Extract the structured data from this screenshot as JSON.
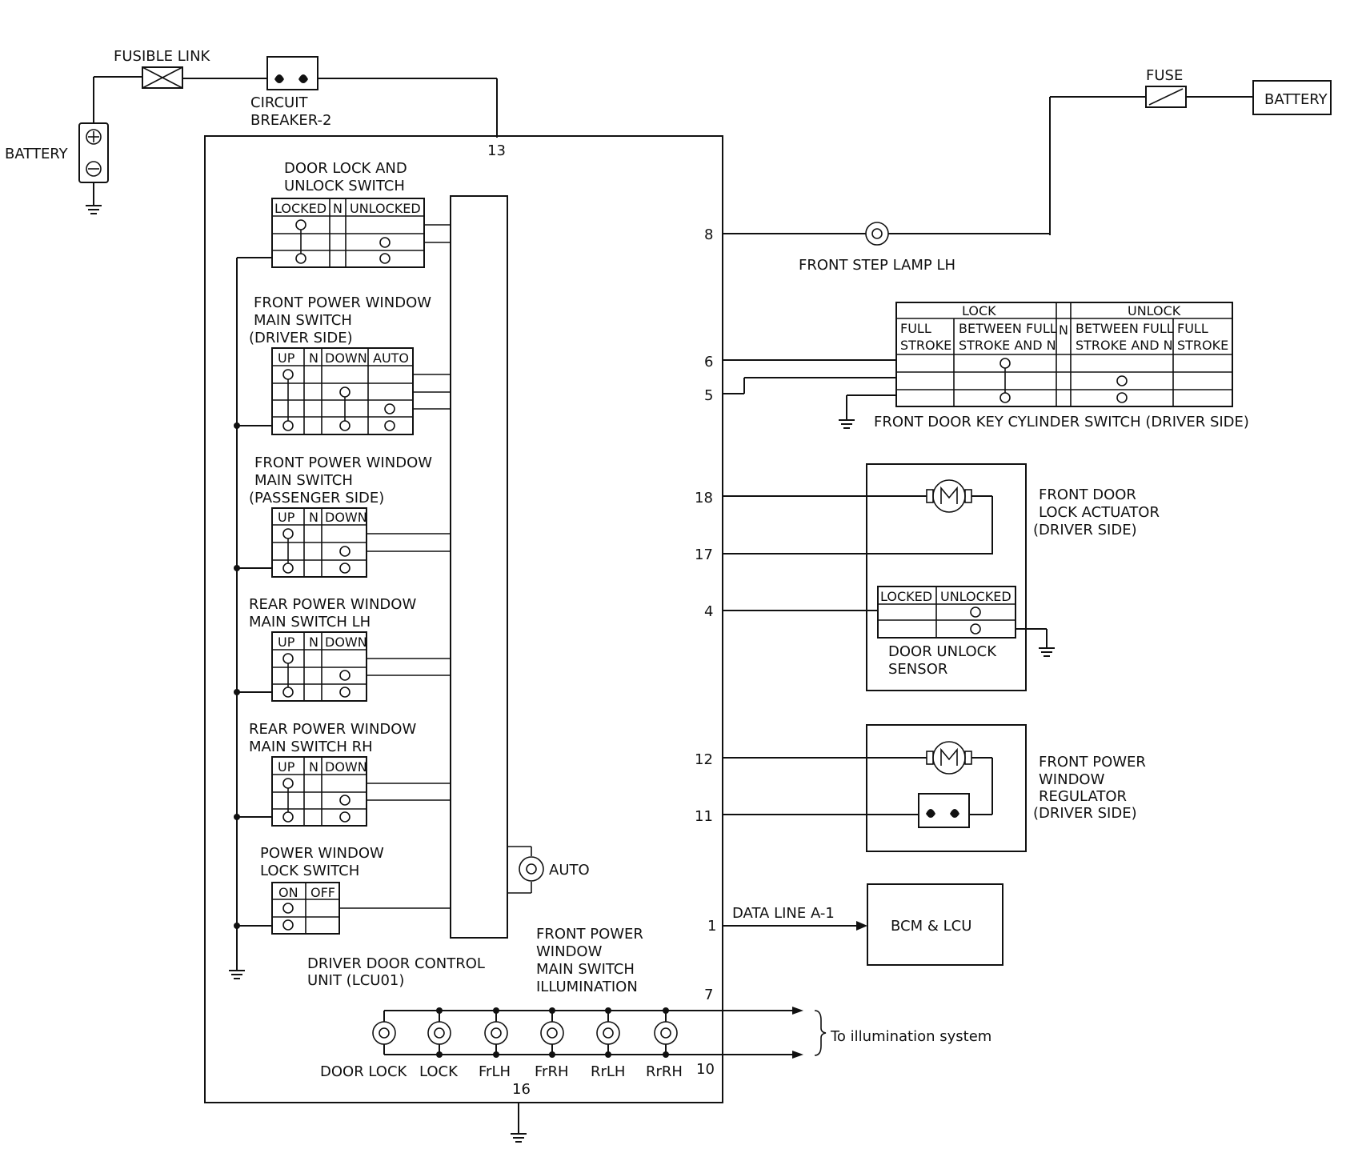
{
  "supply": {
    "battery_left": "BATTERY",
    "fusible_link": "FUSIBLE LINK",
    "circuit_breaker": [
      "CIRCUIT",
      "BREAKER-2"
    ],
    "fuse": "FUSE",
    "battery_right": "BATTERY"
  },
  "unit": {
    "name": [
      "DRIVER DOOR CONTROL",
      "UNIT (LCU01)"
    ],
    "auto": "AUTO"
  },
  "pins": {
    "p13": "13",
    "p8": "8",
    "p6": "6",
    "p5": "5",
    "p18": "18",
    "p17": "17",
    "p4": "4",
    "p12": "12",
    "p11": "11",
    "p1": "1",
    "p7": "7",
    "p10": "10",
    "p16": "16"
  },
  "switches": {
    "door_lock": {
      "title": [
        "DOOR LOCK AND",
        "UNLOCK SWITCH"
      ],
      "cols": [
        "LOCKED",
        "N",
        "UNLOCKED"
      ]
    },
    "fpw_driver": {
      "title": [
        "FRONT POWER WINDOW",
        "MAIN SWITCH",
        "(DRIVER SIDE)"
      ],
      "cols": [
        "UP",
        "N",
        "DOWN",
        "AUTO"
      ]
    },
    "fpw_passenger": {
      "title": [
        "FRONT POWER WINDOW",
        "MAIN SWITCH",
        "(PASSENGER SIDE)"
      ],
      "cols": [
        "UP",
        "N",
        "DOWN"
      ]
    },
    "rpw_lh": {
      "title": [
        "REAR POWER WINDOW",
        "MAIN SWITCH LH"
      ],
      "cols": [
        "UP",
        "N",
        "DOWN"
      ]
    },
    "rpw_rh": {
      "title": [
        "REAR POWER WINDOW",
        "MAIN SWITCH RH"
      ],
      "cols": [
        "UP",
        "N",
        "DOWN"
      ]
    },
    "pw_lock": {
      "title": [
        "POWER WINDOW",
        "LOCK SWITCH"
      ],
      "cols": [
        "ON",
        "OFF"
      ]
    }
  },
  "illumination": {
    "title": [
      "FRONT POWER",
      "WINDOW",
      "MAIN SWITCH",
      "ILLUMINATION"
    ],
    "lamps": [
      "DOOR LOCK",
      "LOCK",
      "FrLH",
      "FrRH",
      "RrLH",
      "RrRH"
    ],
    "to": "To illumination system"
  },
  "right": {
    "step_lamp": "FRONT STEP LAMP LH",
    "key_cyl": {
      "lock": "LOCK",
      "unlock": "UNLOCK",
      "n": "N",
      "full": [
        "FULL",
        "STROKE"
      ],
      "between": [
        "BETWEEN FULL",
        "STROKE AND N"
      ],
      "title": "FRONT DOOR KEY CYLINDER SWITCH (DRIVER SIDE)"
    },
    "actuator": [
      "FRONT DOOR",
      "LOCK ACTUATOR",
      "(DRIVER SIDE)"
    ],
    "unlock_sensor": {
      "cols": [
        "LOCKED",
        "UNLOCKED"
      ],
      "title": [
        "DOOR UNLOCK",
        "SENSOR"
      ]
    },
    "regulator": [
      "FRONT POWER",
      "WINDOW",
      "REGULATOR",
      "(DRIVER SIDE)"
    ],
    "data_line": "DATA LINE A-1",
    "bcm": "BCM & LCU"
  }
}
